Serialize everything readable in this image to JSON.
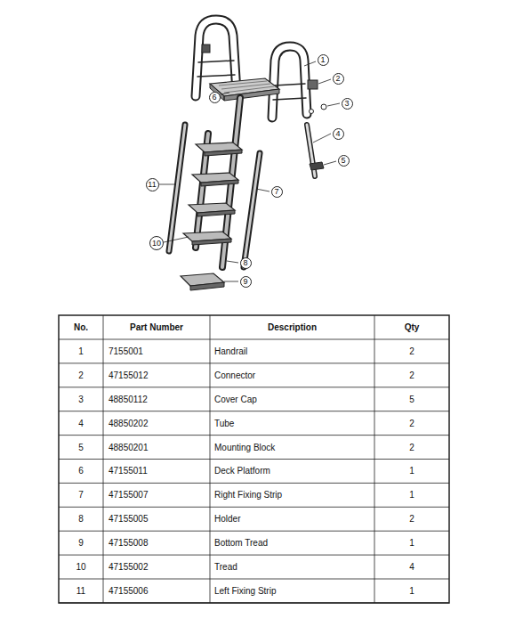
{
  "diagram": {
    "nodes": [
      {
        "text": [
          "1"
        ]
      },
      {
        "text": [
          "2"
        ]
      },
      {
        "text": [
          "3"
        ]
      },
      {
        "text": [
          "4"
        ]
      },
      {
        "text": [
          "5"
        ]
      },
      {
        "text": [
          "6"
        ]
      },
      {
        "text": [
          "11"
        ]
      },
      {
        "text": [
          "7"
        ]
      },
      {
        "text": [
          "10"
        ]
      },
      {
        "text": [
          "8"
        ]
      },
      {
        "text": [
          "9"
        ]
      }
    ],
    "labels": [
      "No.",
      "Part Number",
      "Description",
      "Qty",
      "1",
      "7155001",
      "Handrail",
      "2",
      "2",
      "47155012",
      "Connector",
      "2",
      "3",
      "48850112",
      "Cover Cap",
      "5",
      "4",
      "48850202",
      "Tube",
      "2",
      "5",
      "48850201",
      "Mounting Block",
      "2",
      "6",
      "47155011",
      "Deck Platform",
      "1",
      "7",
      "47155007",
      "Right Fixing Strip",
      "1",
      "8",
      "47155005",
      "Holder",
      "2",
      "9",
      "47155008",
      "Bottom Tread",
      "1",
      "10",
      "47155002",
      "Tread",
      "4",
      "11",
      "47155006",
      "Left Fixing Strip",
      "1"
    ]
  }
}
